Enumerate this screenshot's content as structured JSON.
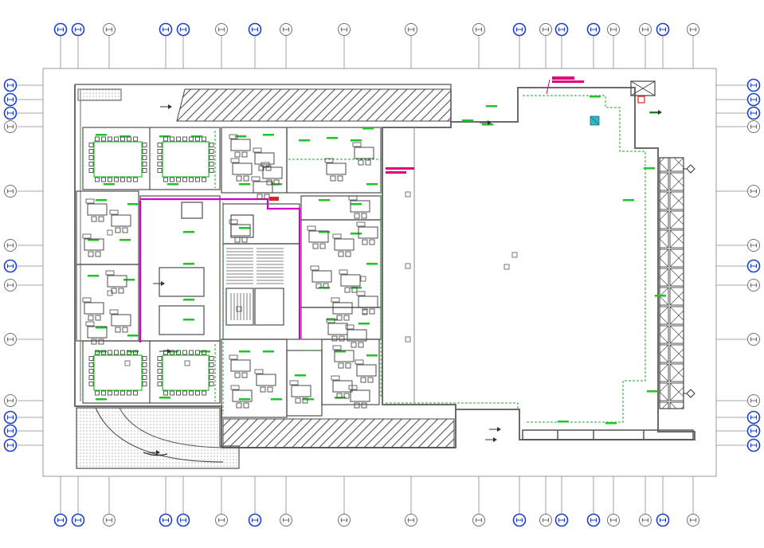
{
  "colors": {
    "background": "#ffffff",
    "frame": "#9a9a9a",
    "wall": "#6b6b6b",
    "wall_dark": "#3d3d3d",
    "equipment": "#22c32a",
    "dashed_line": "#1fa82a",
    "duct_magenta": "#d400c8",
    "tag_magenta": "#e0007a",
    "marker_red": "#e02020",
    "marker_cyan": "#2fb6c8",
    "bubble_grey": "#707070",
    "bubble_blue": "#1b3fcf",
    "furniture": "#4a4a4a"
  },
  "icons": {
    "grid_bubble": "circle-grid-bubble-icon",
    "section_marker": "section-arrow-icon",
    "room_tag": "room-tag-icon"
  },
  "grid": {
    "column_bubbles_top": [
      {
        "variant": "blue"
      },
      {
        "variant": "blue"
      },
      {
        "variant": "grey"
      },
      {
        "variant": "blue"
      },
      {
        "variant": "blue"
      },
      {
        "variant": "grey"
      },
      {
        "variant": "blue"
      },
      {
        "variant": "grey"
      },
      {
        "variant": "grey"
      },
      {
        "variant": "grey"
      },
      {
        "variant": "grey"
      },
      {
        "variant": "blue"
      },
      {
        "variant": "grey"
      },
      {
        "variant": "blue"
      },
      {
        "variant": "blue"
      },
      {
        "variant": "grey"
      },
      {
        "variant": "grey"
      },
      {
        "variant": "blue"
      },
      {
        "variant": "grey"
      }
    ],
    "column_bubbles_bottom": [
      {
        "variant": "blue"
      },
      {
        "variant": "blue"
      },
      {
        "variant": "grey"
      },
      {
        "variant": "blue"
      },
      {
        "variant": "blue"
      },
      {
        "variant": "grey"
      },
      {
        "variant": "blue"
      },
      {
        "variant": "grey"
      },
      {
        "variant": "grey"
      },
      {
        "variant": "grey"
      },
      {
        "variant": "grey"
      },
      {
        "variant": "blue"
      },
      {
        "variant": "grey"
      },
      {
        "variant": "blue"
      },
      {
        "variant": "blue"
      },
      {
        "variant": "grey"
      },
      {
        "variant": "grey"
      },
      {
        "variant": "blue"
      },
      {
        "variant": "grey"
      }
    ],
    "row_bubbles_left": [
      {
        "variant": "blue"
      },
      {
        "variant": "blue"
      },
      {
        "variant": "blue"
      },
      {
        "variant": "grey"
      },
      {
        "variant": "grey"
      },
      {
        "variant": "grey"
      },
      {
        "variant": "blue"
      },
      {
        "variant": "grey"
      },
      {
        "variant": "grey"
      },
      {
        "variant": "grey"
      },
      {
        "variant": "blue"
      },
      {
        "variant": "blue"
      },
      {
        "variant": "blue"
      }
    ],
    "row_bubbles_right": [
      {
        "variant": "blue"
      },
      {
        "variant": "blue"
      },
      {
        "variant": "blue"
      },
      {
        "variant": "grey"
      },
      {
        "variant": "grey"
      },
      {
        "variant": "grey"
      },
      {
        "variant": "blue"
      },
      {
        "variant": "grey"
      },
      {
        "variant": "grey"
      },
      {
        "variant": "grey"
      },
      {
        "variant": "blue"
      },
      {
        "variant": "blue"
      },
      {
        "variant": "blue"
      }
    ]
  }
}
